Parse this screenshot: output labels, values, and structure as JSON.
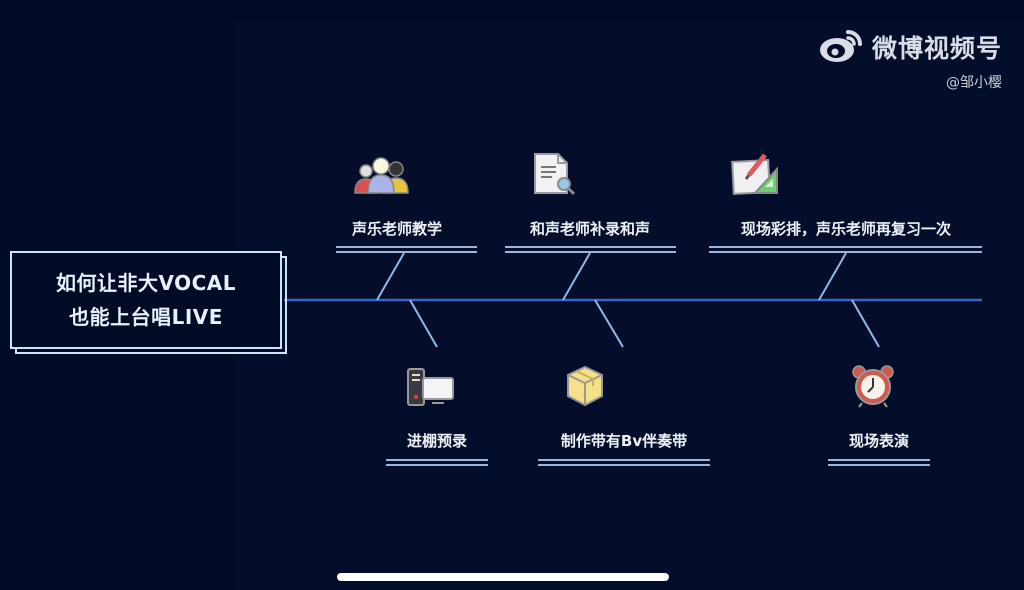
{
  "watermark": {
    "brand": "微博视频号",
    "handle": "@邹小樱",
    "icon": "weibo-logo-icon"
  },
  "title": {
    "line1": "如何让非大VOCAL",
    "line2": "也能上台唱LIVE"
  },
  "colors": {
    "background": "#020b26",
    "spine": "#3a62c8",
    "bone": "#8fb8ea",
    "underline": "#9fb4d8",
    "title_border": "#cfe3f5",
    "text": "#eef2f8"
  },
  "fishbone": {
    "top": [
      {
        "label": "声乐老师教学",
        "icon": "people-group-icon"
      },
      {
        "label": "和声老师补录和声",
        "icon": "document-search-icon"
      },
      {
        "label": "现场彩排，声乐老师再复习一次",
        "icon": "edit-ruler-icon"
      }
    ],
    "bottom": [
      {
        "label": "进棚预录",
        "icon": "desktop-computer-icon"
      },
      {
        "label": "制作带有Bv伴奏带",
        "icon": "package-box-icon"
      },
      {
        "label": "现场表演",
        "icon": "alarm-clock-icon"
      }
    ]
  }
}
